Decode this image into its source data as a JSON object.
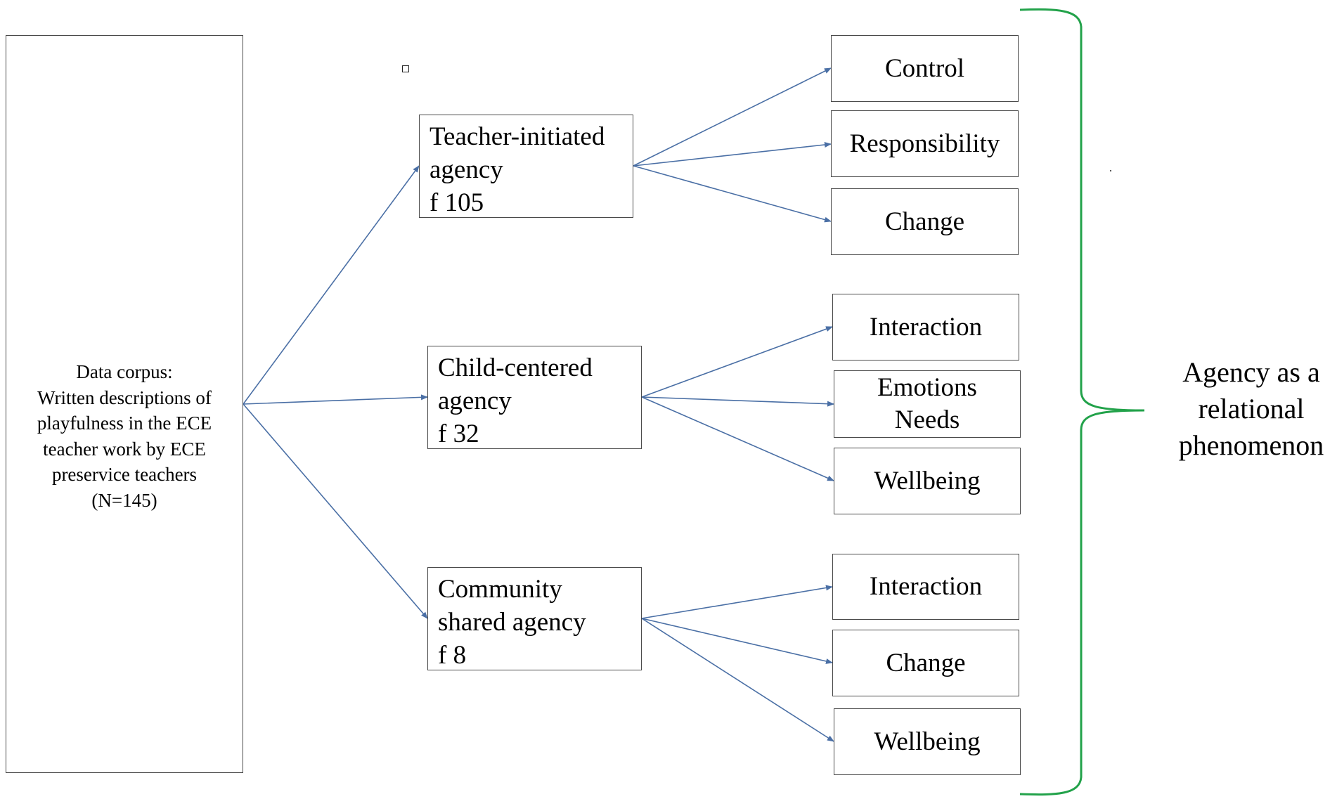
{
  "colors": {
    "arrow": "#4a6fa5",
    "bracket": "#22a24a",
    "box_border": "#4a4a4a"
  },
  "source": {
    "lines": [
      "Data corpus:",
      "Written descriptions of",
      "playfulness in the ECE",
      "teacher work by ECE",
      "preservice teachers",
      "(N=145)"
    ]
  },
  "categories": [
    {
      "lines": [
        "Teacher-initiated",
        "agency",
        "f 105"
      ],
      "children": [
        {
          "lines": [
            "Control"
          ]
        },
        {
          "lines": [
            "Responsibility"
          ]
        },
        {
          "lines": [
            "Change"
          ]
        }
      ]
    },
    {
      "lines": [
        "Child-centered",
        "agency",
        "f 32"
      ],
      "children": [
        {
          "lines": [
            "Interaction"
          ]
        },
        {
          "lines": [
            "Emotions",
            "Needs"
          ]
        },
        {
          "lines": [
            "Wellbeing"
          ]
        }
      ]
    },
    {
      "lines": [
        "Community",
        "shared agency",
        "f 8"
      ],
      "children": [
        {
          "lines": [
            "Interaction"
          ]
        },
        {
          "lines": [
            "Change"
          ]
        },
        {
          "lines": [
            "Wellbeing"
          ]
        }
      ]
    }
  ],
  "outcome": {
    "lines": [
      "Agency as a",
      "relational",
      "phenomenon"
    ]
  }
}
